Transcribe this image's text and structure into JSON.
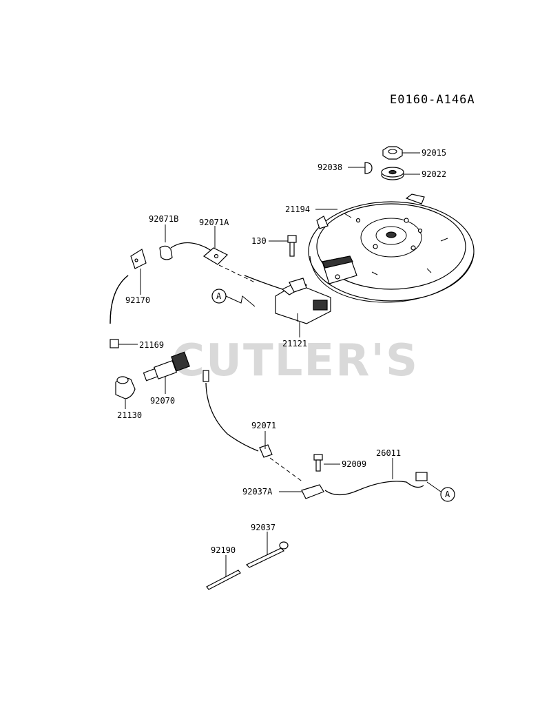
{
  "diagram_code": "E0160-A146A",
  "watermark": "CUTLER'S",
  "reference_marker": "A",
  "parts": {
    "p92015": "92015",
    "p92038": "92038",
    "p92022": "92022",
    "p21194": "21194",
    "p92071B": "92071B",
    "p92071A": "92071A",
    "p130": "130",
    "p92170": "92170",
    "p21121": "21121",
    "p21169": "21169",
    "p92070": "92070",
    "p21130": "21130",
    "p92071": "92071",
    "p92009": "92009",
    "p26011": "26011",
    "p92037A": "92037A",
    "p92037": "92037",
    "p92190": "92190"
  }
}
